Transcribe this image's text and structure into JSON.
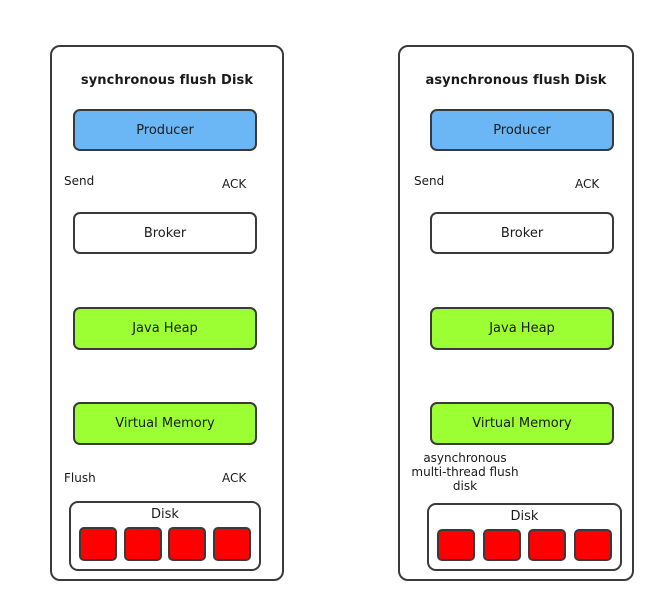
{
  "diagram": {
    "title_left": "synchronous flush Disk",
    "title_right": "asynchronous flush Disk",
    "colors": {
      "producer": "#6BB7F5",
      "memory": "#9BFF33",
      "disk_cell": "#FF0000",
      "stroke": "#3A3A3A",
      "ack_arrow": "#0000FF",
      "data_arrow": "#1A1A1A"
    }
  },
  "panels": [
    {
      "id": "synchronous",
      "title": "synchronous flush Disk",
      "nodes": [
        {
          "id": "producer",
          "label": "Producer",
          "style": "blue"
        },
        {
          "id": "broker",
          "label": "Broker",
          "style": "white"
        },
        {
          "id": "java-heap",
          "label": "Java Heap",
          "style": "green"
        },
        {
          "id": "virtual-memory",
          "label": "Virtual Memory",
          "style": "green"
        }
      ],
      "disk": {
        "label": "Disk",
        "cells": [
          "cell-1",
          "cell-2",
          "cell-3",
          "cell-4"
        ]
      },
      "edge_labels": [
        {
          "id": "send",
          "text": "Send"
        },
        {
          "id": "ack-producer",
          "text": "ACK"
        },
        {
          "id": "flush",
          "text": "Flush"
        },
        {
          "id": "ack-disk",
          "text": "ACK"
        }
      ]
    },
    {
      "id": "asynchronous",
      "title": "asynchronous flush Disk",
      "nodes": [
        {
          "id": "producer",
          "label": "Producer",
          "style": "blue"
        },
        {
          "id": "broker",
          "label": "Broker",
          "style": "white"
        },
        {
          "id": "java-heap",
          "label": "Java Heap",
          "style": "green"
        },
        {
          "id": "virtual-memory",
          "label": "Virtual Memory",
          "style": "green"
        }
      ],
      "disk": {
        "label": "Disk",
        "cells": [
          "cell-1",
          "cell-2",
          "cell-3",
          "cell-4"
        ]
      },
      "edge_labels": [
        {
          "id": "send",
          "text": "Send"
        },
        {
          "id": "ack-producer",
          "text": "ACK"
        },
        {
          "id": "async-flush",
          "text": "asynchronous multi-thread flush disk"
        }
      ]
    }
  ]
}
